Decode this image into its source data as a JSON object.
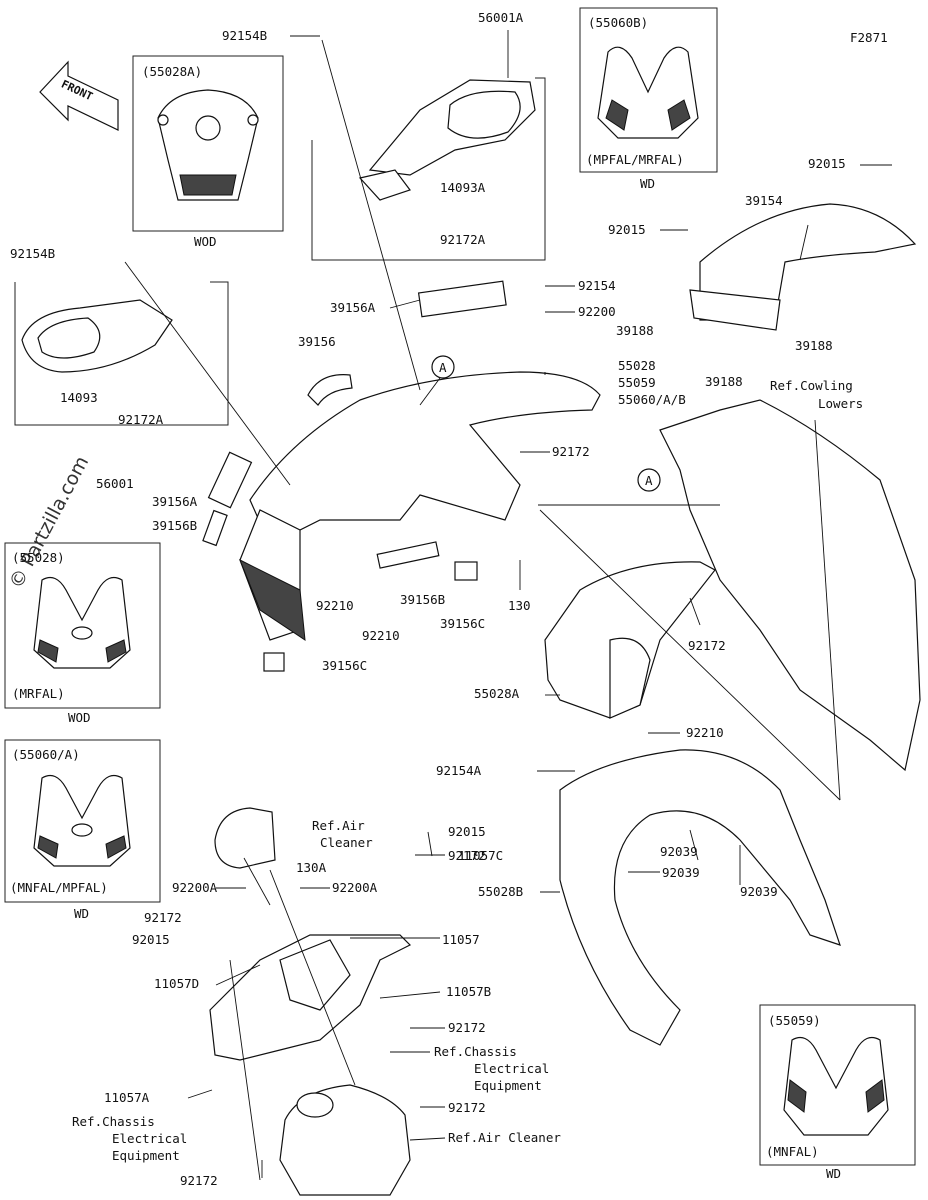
{
  "figure_code": "F2871",
  "front_badge": "FRONT",
  "watermark": "© Partzilla.com",
  "insets": [
    {
      "id": "55028A",
      "title": "(55028A)",
      "variant": "",
      "region": "WOD"
    },
    {
      "id": "55060B",
      "title": "(55060B)",
      "variant": "(MPFAL/MRFAL)",
      "region": "WD"
    },
    {
      "id": "55028",
      "title": "(55028)",
      "variant": "(MRFAL)",
      "region": "WOD"
    },
    {
      "id": "55060A",
      "title": "(55060/A)",
      "variant": "(MNFAL/MPFAL)",
      "region": "WD"
    },
    {
      "id": "55059",
      "title": "(55059)",
      "variant": "(MNFAL)",
      "region": "WD"
    }
  ],
  "callouts": [
    "A",
    "A"
  ],
  "labels": [
    "92154B",
    "56001A",
    "14093A",
    "92172A",
    "92015",
    "39154",
    "92015",
    "92154",
    "92200",
    "39156A",
    "39188",
    "39188",
    "39188",
    "39156",
    "55028",
    "55059",
    "55060/A/B",
    "Ref.Cowling",
    "Lowers",
    "92154B",
    "14093",
    "92172A",
    "56001",
    "39156A",
    "39156B",
    "92172",
    "92210",
    "39156B",
    "39156C",
    "130",
    "92210",
    "39156C",
    "92172",
    "55028A",
    "92210",
    "92154A",
    "92015",
    "Ref.Air",
    "Cleaner",
    "92172",
    "11057C",
    "130A",
    "92200A",
    "92200A",
    "92172",
    "92015",
    "11057",
    "11057D",
    "11057B",
    "92039",
    "92039",
    "92039",
    "55028B",
    "92172",
    "Ref.Chassis",
    "Electrical",
    "Equipment",
    "11057A",
    "Ref.Chassis",
    "Electrical",
    "Equipment",
    "92172",
    "Ref.Air Cleaner",
    "92172"
  ]
}
